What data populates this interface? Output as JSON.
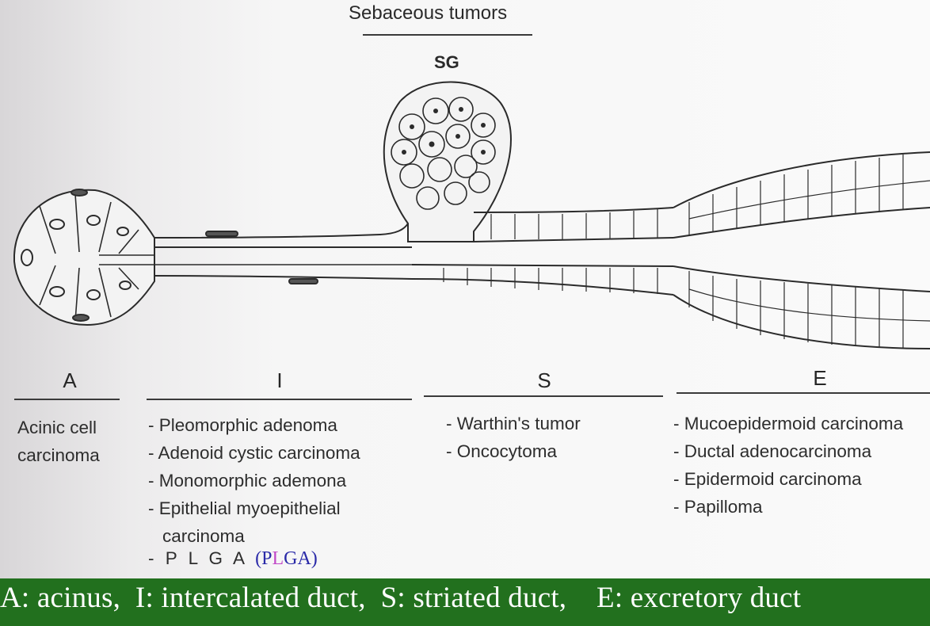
{
  "top_label": "Sebaceous tumors",
  "gland_label": "SG",
  "segments": [
    {
      "letter": "A",
      "tumors": [
        "Acinic cell carcinoma"
      ]
    },
    {
      "letter": "I",
      "tumors": [
        "- Pleomorphic adenoma",
        "- Adenoid cystic carcinoma",
        "- Monomorphic ademona",
        "- Epithelial myoepithelial carcinoma"
      ]
    },
    {
      "letter": "S",
      "tumors": [
        "- Warthin's tumor",
        "- Oncocytoma"
      ]
    },
    {
      "letter": "E",
      "tumors": [
        "- Mucoepidermoid carcinoma",
        "- Ductal adenocarcinoma",
        "- Epidermoid carcinoma",
        "- Papilloma"
      ]
    }
  ],
  "plga": {
    "spaced": "- P L G A",
    "paren_open": "(",
    "letters": [
      "P",
      "L",
      "G",
      "A"
    ],
    "paren_close": ")",
    "colors": {
      "paren": "#2a2aa8",
      "P": "#2a2aa8",
      "L": "#c24ac8",
      "G": "#2a2aa8",
      "A": "#2a2aa8"
    }
  },
  "footer": {
    "text": "A: acinus,  I: intercalated duct,  S: striated duct,    E: excretory duct",
    "background": "#22701e"
  }
}
